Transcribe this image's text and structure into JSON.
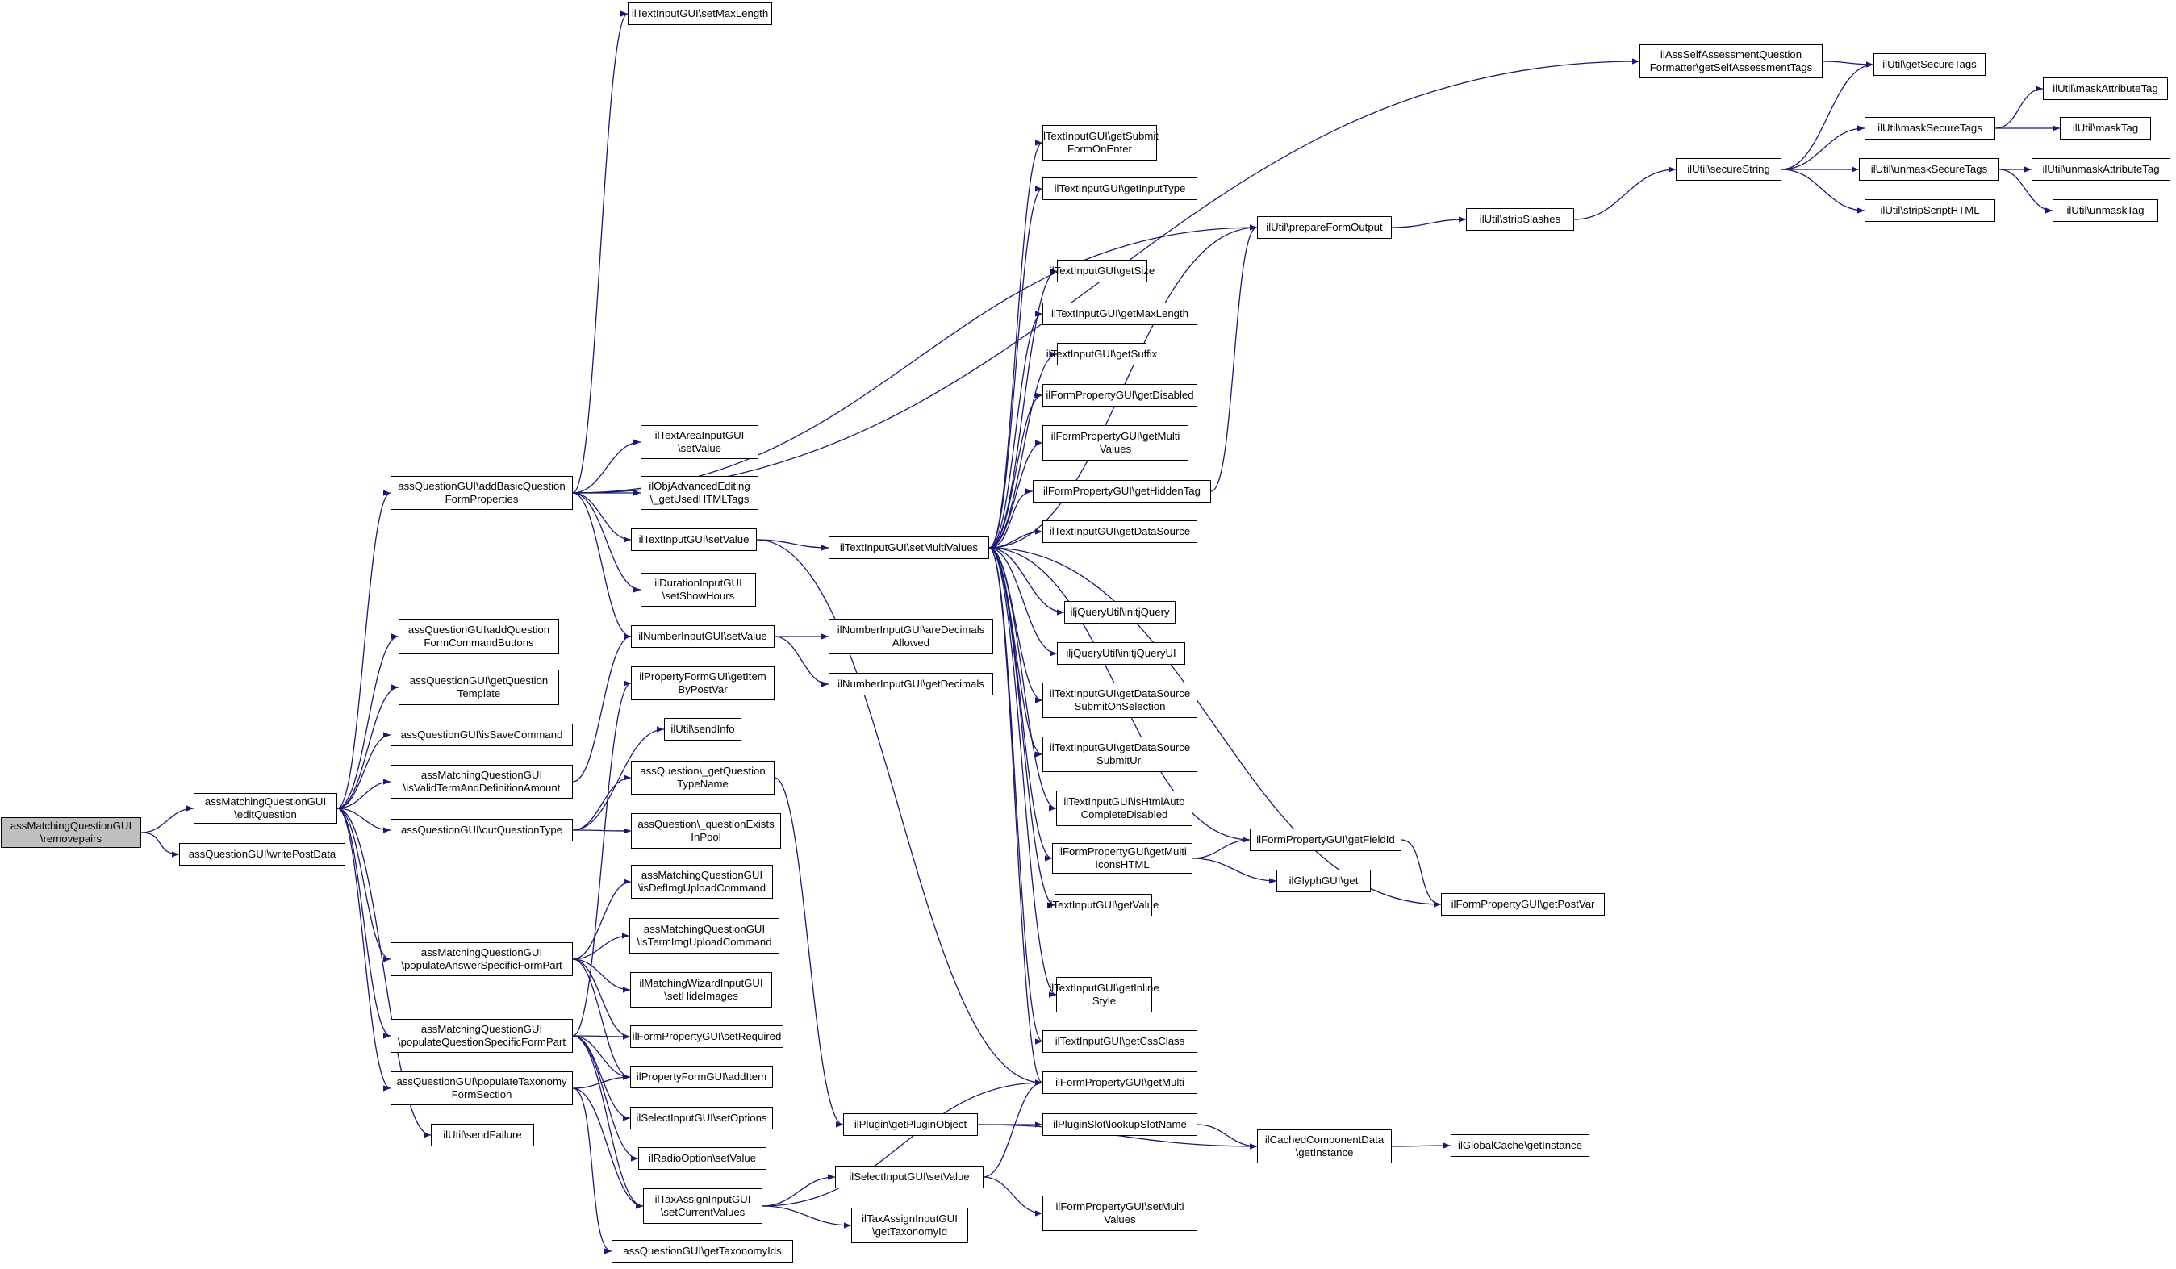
{
  "diagram": {
    "type": "call-graph",
    "colors": {
      "edge": "#191970",
      "node_border": "#000000",
      "root_fill": "#bfbfbf",
      "node_fill": "#ffffff"
    },
    "nodes": [
      {
        "id": "removepairs",
        "lines": [
          "assMatchingQuestionGUI",
          "\\removepairs"
        ],
        "root": true
      },
      {
        "id": "editQuestion",
        "lines": [
          "assMatchingQuestionGUI",
          "\\editQuestion"
        ]
      },
      {
        "id": "writePostData",
        "lines": [
          "assQuestionGUI\\writePostData"
        ]
      },
      {
        "id": "addBasicQuestionFormProperties",
        "lines": [
          "assQuestionGUI\\addBasicQuestion",
          "FormProperties"
        ]
      },
      {
        "id": "addQuestionFormCommandButtons",
        "lines": [
          "assQuestionGUI\\addQuestion",
          "FormCommandButtons"
        ]
      },
      {
        "id": "getQuestionTemplate",
        "lines": [
          "assQuestionGUI\\getQuestion",
          "Template"
        ]
      },
      {
        "id": "isSaveCommand",
        "lines": [
          "assQuestionGUI\\isSaveCommand"
        ]
      },
      {
        "id": "isValidTermAndDefinitionAmount",
        "lines": [
          "assMatchingQuestionGUI",
          "\\isValidTermAndDefinitionAmount"
        ]
      },
      {
        "id": "outQuestionType",
        "lines": [
          "assQuestionGUI\\outQuestionType"
        ]
      },
      {
        "id": "populateAnswerSpecificFormPart",
        "lines": [
          "assMatchingQuestionGUI",
          "\\populateAnswerSpecificFormPart"
        ]
      },
      {
        "id": "populateQuestionSpecificFormPart",
        "lines": [
          "assMatchingQuestionGUI",
          "\\populateQuestionSpecificFormPart"
        ]
      },
      {
        "id": "populateTaxonomyFormSection",
        "lines": [
          "assQuestionGUI\\populateTaxonomy",
          "FormSection"
        ]
      },
      {
        "id": "sendFailure",
        "lines": [
          "ilUtil\\sendFailure"
        ]
      },
      {
        "id": "txtSetMaxLength",
        "lines": [
          "ilTextInputGUI\\setMaxLength"
        ]
      },
      {
        "id": "textAreaSetValue",
        "lines": [
          "ilTextAreaInputGUI",
          "\\setValue"
        ]
      },
      {
        "id": "getUsedHTMLTags",
        "lines": [
          "ilObjAdvancedEditing",
          "\\_getUsedHTMLTags"
        ]
      },
      {
        "id": "txtSetValue",
        "lines": [
          "ilTextInputGUI\\setValue"
        ]
      },
      {
        "id": "durSetShowHours",
        "lines": [
          "ilDurationInputGUI",
          "\\setShowHours"
        ]
      },
      {
        "id": "numSetValue",
        "lines": [
          "ilNumberInputGUI\\setValue"
        ]
      },
      {
        "id": "getItemByPostVar",
        "lines": [
          "ilPropertyFormGUI\\getItem",
          "ByPostVar"
        ]
      },
      {
        "id": "sendInfo",
        "lines": [
          "ilUtil\\sendInfo"
        ]
      },
      {
        "id": "getQuestionTypeName",
        "lines": [
          "assQuestion\\_getQuestion",
          "TypeName"
        ]
      },
      {
        "id": "questionExistsInPool",
        "lines": [
          "assQuestion\\_questionExists",
          "InPool"
        ]
      },
      {
        "id": "isDefImgUploadCommand",
        "lines": [
          "assMatchingQuestionGUI",
          "\\isDefImgUploadCommand"
        ]
      },
      {
        "id": "isTermImgUploadCommand",
        "lines": [
          "assMatchingQuestionGUI",
          "\\isTermImgUploadCommand"
        ]
      },
      {
        "id": "setHideImages",
        "lines": [
          "ilMatchingWizardInputGUI",
          "\\setHideImages"
        ]
      },
      {
        "id": "setRequired",
        "lines": [
          "ilFormPropertyGUI\\setRequired"
        ]
      },
      {
        "id": "addItem",
        "lines": [
          "ilPropertyFormGUI\\addItem"
        ]
      },
      {
        "id": "selSetOptions",
        "lines": [
          "ilSelectInputGUI\\setOptions"
        ]
      },
      {
        "id": "radioSetValue",
        "lines": [
          "ilRadioOption\\setValue"
        ]
      },
      {
        "id": "setCurrentValues",
        "lines": [
          "ilTaxAssignInputGUI",
          "\\setCurrentValues"
        ]
      },
      {
        "id": "getTaxonomyIds",
        "lines": [
          "assQuestionGUI\\getTaxonomyIds"
        ]
      },
      {
        "id": "txtSetMultiValues",
        "lines": [
          "ilTextInputGUI\\setMultiValues"
        ]
      },
      {
        "id": "areDecimalsAllowed",
        "lines": [
          "ilNumberInputGUI\\areDecimals",
          "Allowed"
        ]
      },
      {
        "id": "getDecimals",
        "lines": [
          "ilNumberInputGUI\\getDecimals"
        ]
      },
      {
        "id": "getPluginObject",
        "lines": [
          "ilPlugin\\getPluginObject"
        ]
      },
      {
        "id": "selSetValue",
        "lines": [
          "ilSelectInputGUI\\setValue"
        ]
      },
      {
        "id": "getTaxonomyId",
        "lines": [
          "ilTaxAssignInputGUI",
          "\\getTaxonomyId"
        ]
      },
      {
        "id": "getSubmitFormOnEnter",
        "lines": [
          "ilTextInputGUI\\getSubmit",
          "FormOnEnter"
        ]
      },
      {
        "id": "getInputType",
        "lines": [
          "ilTextInputGUI\\getInputType"
        ]
      },
      {
        "id": "getSize",
        "lines": [
          "ilTextInputGUI\\getSize"
        ]
      },
      {
        "id": "getMaxLength",
        "lines": [
          "ilTextInputGUI\\getMaxLength"
        ]
      },
      {
        "id": "getSuffix",
        "lines": [
          "ilTextInputGUI\\getSuffix"
        ]
      },
      {
        "id": "getDisabled",
        "lines": [
          "ilFormPropertyGUI\\getDisabled"
        ]
      },
      {
        "id": "getMultiValues",
        "lines": [
          "ilFormPropertyGUI\\getMulti",
          "Values"
        ]
      },
      {
        "id": "getHiddenTag",
        "lines": [
          "ilFormPropertyGUI\\getHiddenTag"
        ]
      },
      {
        "id": "getDataSource",
        "lines": [
          "ilTextInputGUI\\getDataSource"
        ]
      },
      {
        "id": "initjQuery",
        "lines": [
          "iljQueryUtil\\initjQuery"
        ]
      },
      {
        "id": "initjQueryUI",
        "lines": [
          "iljQueryUtil\\initjQueryUI"
        ]
      },
      {
        "id": "getDataSourceSubmitOnSelection",
        "lines": [
          "ilTextInputGUI\\getDataSource",
          "SubmitOnSelection"
        ]
      },
      {
        "id": "getDataSourceSubmitUrl",
        "lines": [
          "ilTextInputGUI\\getDataSource",
          "SubmitUrl"
        ]
      },
      {
        "id": "isHtmlAutoCompleteDisabled",
        "lines": [
          "ilTextInputGUI\\isHtmlAuto",
          "CompleteDisabled"
        ]
      },
      {
        "id": "getMultiIconsHTML",
        "lines": [
          "ilFormPropertyGUI\\getMulti",
          "IconsHTML"
        ]
      },
      {
        "id": "txtGetValue",
        "lines": [
          "ilTextInputGUI\\getValue"
        ]
      },
      {
        "id": "getInlineStyle",
        "lines": [
          "ilTextInputGUI\\getInline",
          "Style"
        ]
      },
      {
        "id": "getCssClass",
        "lines": [
          "ilTextInputGUI\\getCssClass"
        ]
      },
      {
        "id": "getMulti",
        "lines": [
          "ilFormPropertyGUI\\getMulti"
        ]
      },
      {
        "id": "lookupSlotName",
        "lines": [
          "ilPluginSlot\\lookupSlotName"
        ]
      },
      {
        "id": "fpSetMultiValues",
        "lines": [
          "ilFormPropertyGUI\\setMulti",
          "Values"
        ]
      },
      {
        "id": "getSelfAssessmentTags",
        "lines": [
          "ilAssSelfAssessmentQuestion",
          "Formatter\\getSelfAssessmentTags"
        ]
      },
      {
        "id": "prepareFormOutput",
        "lines": [
          "ilUtil\\prepareFormOutput"
        ]
      },
      {
        "id": "getFieldId",
        "lines": [
          "ilFormPropertyGUI\\getFieldId"
        ]
      },
      {
        "id": "glyphGet",
        "lines": [
          "ilGlyphGUI\\get"
        ]
      },
      {
        "id": "getPostVar",
        "lines": [
          "ilFormPropertyGUI\\getPostVar"
        ]
      },
      {
        "id": "ccdGetInstance",
        "lines": [
          "ilCachedComponentData",
          "\\getInstance"
        ]
      },
      {
        "id": "stripSlashes",
        "lines": [
          "ilUtil\\stripSlashes"
        ]
      },
      {
        "id": "gcGetInstance",
        "lines": [
          "ilGlobalCache\\getInstance"
        ]
      },
      {
        "id": "secureString",
        "lines": [
          "ilUtil\\secureString"
        ]
      },
      {
        "id": "getSecureTags",
        "lines": [
          "ilUtil\\getSecureTags"
        ]
      },
      {
        "id": "maskSecureTags",
        "lines": [
          "ilUtil\\maskSecureTags"
        ]
      },
      {
        "id": "unmaskSecureTags",
        "lines": [
          "ilUtil\\unmaskSecureTags"
        ]
      },
      {
        "id": "stripScriptHTML",
        "lines": [
          "ilUtil\\stripScriptHTML"
        ]
      },
      {
        "id": "maskAttributeTag",
        "lines": [
          "ilUtil\\maskAttributeTag"
        ]
      },
      {
        "id": "maskTag",
        "lines": [
          "ilUtil\\maskTag"
        ]
      },
      {
        "id": "unmaskAttributeTag",
        "lines": [
          "ilUtil\\unmaskAttributeTag"
        ]
      },
      {
        "id": "unmaskTag",
        "lines": [
          "ilUtil\\unmaskTag"
        ]
      }
    ],
    "edges": [
      [
        "removepairs",
        "editQuestion"
      ],
      [
        "removepairs",
        "writePostData"
      ],
      [
        "editQuestion",
        "addBasicQuestionFormProperties"
      ],
      [
        "editQuestion",
        "addQuestionFormCommandButtons"
      ],
      [
        "editQuestion",
        "getQuestionTemplate"
      ],
      [
        "editQuestion",
        "isSaveCommand"
      ],
      [
        "editQuestion",
        "isValidTermAndDefinitionAmount"
      ],
      [
        "editQuestion",
        "outQuestionType"
      ],
      [
        "editQuestion",
        "populateAnswerSpecificFormPart"
      ],
      [
        "editQuestion",
        "populateQuestionSpecificFormPart"
      ],
      [
        "editQuestion",
        "populateTaxonomyFormSection"
      ],
      [
        "editQuestion",
        "sendFailure"
      ],
      [
        "addBasicQuestionFormProperties",
        "txtSetMaxLength"
      ],
      [
        "addBasicQuestionFormProperties",
        "getSelfAssessmentTags"
      ],
      [
        "addBasicQuestionFormProperties",
        "prepareFormOutput"
      ],
      [
        "addBasicQuestionFormProperties",
        "textAreaSetValue"
      ],
      [
        "addBasicQuestionFormProperties",
        "getUsedHTMLTags"
      ],
      [
        "addBasicQuestionFormProperties",
        "txtSetValue"
      ],
      [
        "addBasicQuestionFormProperties",
        "durSetShowHours"
      ],
      [
        "addBasicQuestionFormProperties",
        "numSetValue"
      ],
      [
        "isValidTermAndDefinitionAmount",
        "numSetValue"
      ],
      [
        "outQuestionType",
        "getQuestionTypeName"
      ],
      [
        "outQuestionType",
        "questionExistsInPool"
      ],
      [
        "outQuestionType",
        "sendInfo"
      ],
      [
        "populateAnswerSpecificFormPart",
        "isDefImgUploadCommand"
      ],
      [
        "populateAnswerSpecificFormPart",
        "isTermImgUploadCommand"
      ],
      [
        "populateAnswerSpecificFormPart",
        "setHideImages"
      ],
      [
        "populateAnswerSpecificFormPart",
        "setRequired"
      ],
      [
        "populateAnswerSpecificFormPart",
        "addItem"
      ],
      [
        "populateQuestionSpecificFormPart",
        "getItemByPostVar"
      ],
      [
        "populateQuestionSpecificFormPart",
        "setRequired"
      ],
      [
        "populateQuestionSpecificFormPart",
        "addItem"
      ],
      [
        "populateQuestionSpecificFormPart",
        "selSetOptions"
      ],
      [
        "populateQuestionSpecificFormPart",
        "radioSetValue"
      ],
      [
        "populateQuestionSpecificFormPart",
        "setCurrentValues"
      ],
      [
        "populateTaxonomyFormSection",
        "addItem"
      ],
      [
        "populateTaxonomyFormSection",
        "setCurrentValues"
      ],
      [
        "populateTaxonomyFormSection",
        "getTaxonomyIds"
      ],
      [
        "txtSetValue",
        "txtSetMultiValues"
      ],
      [
        "txtSetValue",
        "getMulti"
      ],
      [
        "numSetValue",
        "areDecimalsAllowed"
      ],
      [
        "numSetValue",
        "getDecimals"
      ],
      [
        "getQuestionTypeName",
        "getPluginObject"
      ],
      [
        "setCurrentValues",
        "selSetValue"
      ],
      [
        "setCurrentValues",
        "getTaxonomyId"
      ],
      [
        "setCurrentValues",
        "getMulti"
      ],
      [
        "txtSetMultiValues",
        "getSubmitFormOnEnter"
      ],
      [
        "txtSetMultiValues",
        "getInputType"
      ],
      [
        "txtSetMultiValues",
        "prepareFormOutput"
      ],
      [
        "txtSetMultiValues",
        "getSize"
      ],
      [
        "txtSetMultiValues",
        "getMaxLength"
      ],
      [
        "txtSetMultiValues",
        "getSuffix"
      ],
      [
        "txtSetMultiValues",
        "getDisabled"
      ],
      [
        "txtSetMultiValues",
        "getMultiValues"
      ],
      [
        "txtSetMultiValues",
        "getHiddenTag"
      ],
      [
        "txtSetMultiValues",
        "getDataSource"
      ],
      [
        "txtSetMultiValues",
        "initjQuery"
      ],
      [
        "txtSetMultiValues",
        "initjQueryUI"
      ],
      [
        "txtSetMultiValues",
        "getDataSourceSubmitOnSelection"
      ],
      [
        "txtSetMultiValues",
        "getDataSourceSubmitUrl"
      ],
      [
        "txtSetMultiValues",
        "isHtmlAutoCompleteDisabled"
      ],
      [
        "txtSetMultiValues",
        "getMultiIconsHTML"
      ],
      [
        "txtSetMultiValues",
        "txtGetValue"
      ],
      [
        "txtSetMultiValues",
        "getInlineStyle"
      ],
      [
        "txtSetMultiValues",
        "getCssClass"
      ],
      [
        "txtSetMultiValues",
        "getMulti"
      ],
      [
        "txtSetMultiValues",
        "getFieldId"
      ],
      [
        "txtSetMultiValues",
        "getPostVar"
      ],
      [
        "getPluginObject",
        "lookupSlotName"
      ],
      [
        "getPluginObject",
        "ccdGetInstance"
      ],
      [
        "selSetValue",
        "fpSetMultiValues"
      ],
      [
        "selSetValue",
        "getMulti"
      ],
      [
        "getHiddenTag",
        "prepareFormOutput"
      ],
      [
        "getMultiIconsHTML",
        "getFieldId"
      ],
      [
        "getMultiIconsHTML",
        "glyphGet"
      ],
      [
        "getFieldId",
        "getPostVar"
      ],
      [
        "lookupSlotName",
        "ccdGetInstance"
      ],
      [
        "ccdGetInstance",
        "gcGetInstance"
      ],
      [
        "getSelfAssessmentTags",
        "getSecureTags"
      ],
      [
        "prepareFormOutput",
        "stripSlashes"
      ],
      [
        "stripSlashes",
        "secureString"
      ],
      [
        "secureString",
        "getSecureTags"
      ],
      [
        "secureString",
        "maskSecureTags"
      ],
      [
        "secureString",
        "unmaskSecureTags"
      ],
      [
        "secureString",
        "stripScriptHTML"
      ],
      [
        "maskSecureTags",
        "maskAttributeTag"
      ],
      [
        "maskSecureTags",
        "maskTag"
      ],
      [
        "unmaskSecureTags",
        "unmaskAttributeTag"
      ],
      [
        "unmaskSecureTags",
        "unmaskTag"
      ]
    ]
  }
}
